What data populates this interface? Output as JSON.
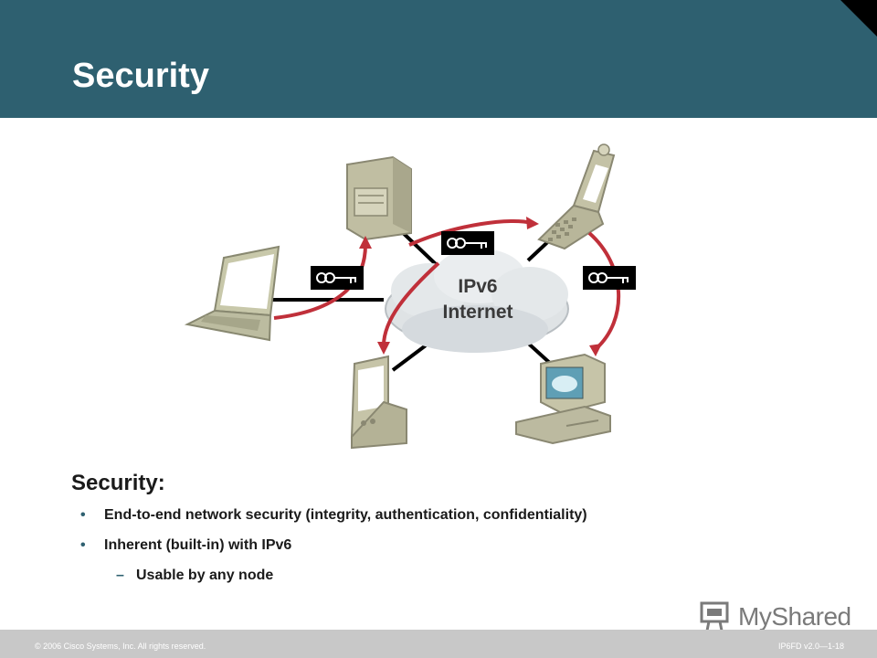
{
  "slide": {
    "title": "Security"
  },
  "diagram": {
    "cloud_label_line1": "IPv6",
    "cloud_label_line2": "Internet",
    "nodes": [
      "laptop-icon",
      "server-icon",
      "phone-icon",
      "pda-icon",
      "desktop-icon"
    ],
    "key_icons": 3,
    "colors": {
      "link": "#000000",
      "arrow": "#c0303a",
      "cloud": "#d8dde0",
      "device": "#b8b89a"
    }
  },
  "content": {
    "heading": "Security:",
    "bullets": [
      "End-to-end network security (integrity, authentication, confidentiality)",
      "Inherent (built-in) with IPv6"
    ],
    "sub_bullet": "Usable by any node",
    "bullet_marker": "•",
    "dash_marker": "–"
  },
  "footer": {
    "copyright": "© 2006 Cisco Systems, Inc. All rights reserved.",
    "course": "IP6FD v2.0—1-18"
  },
  "logo": {
    "text": "MyShared"
  }
}
